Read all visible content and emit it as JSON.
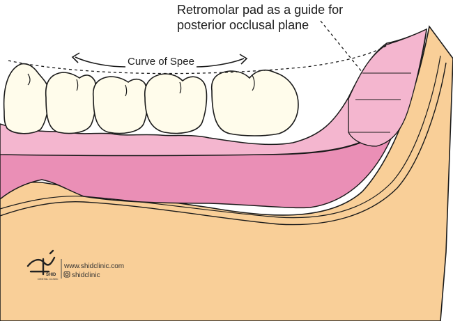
{
  "labels": {
    "retromolar_line1": "Retromolar pad as a guide for",
    "retromolar_line2": "posterior occlusal plane",
    "curve_of_spee": "Curve of Spee"
  },
  "watermark": {
    "brand": "SHID",
    "brand_sub": "DENTAL CLINIC",
    "website": "www.shidclinic.com",
    "instagram": "shidclinic"
  },
  "colors": {
    "bone": "#F9CF98",
    "gum_light": "#F4B6CF",
    "gum_dark": "#EA8FB6",
    "tooth": "#FFFCEB",
    "outline": "#1a1a1a"
  }
}
